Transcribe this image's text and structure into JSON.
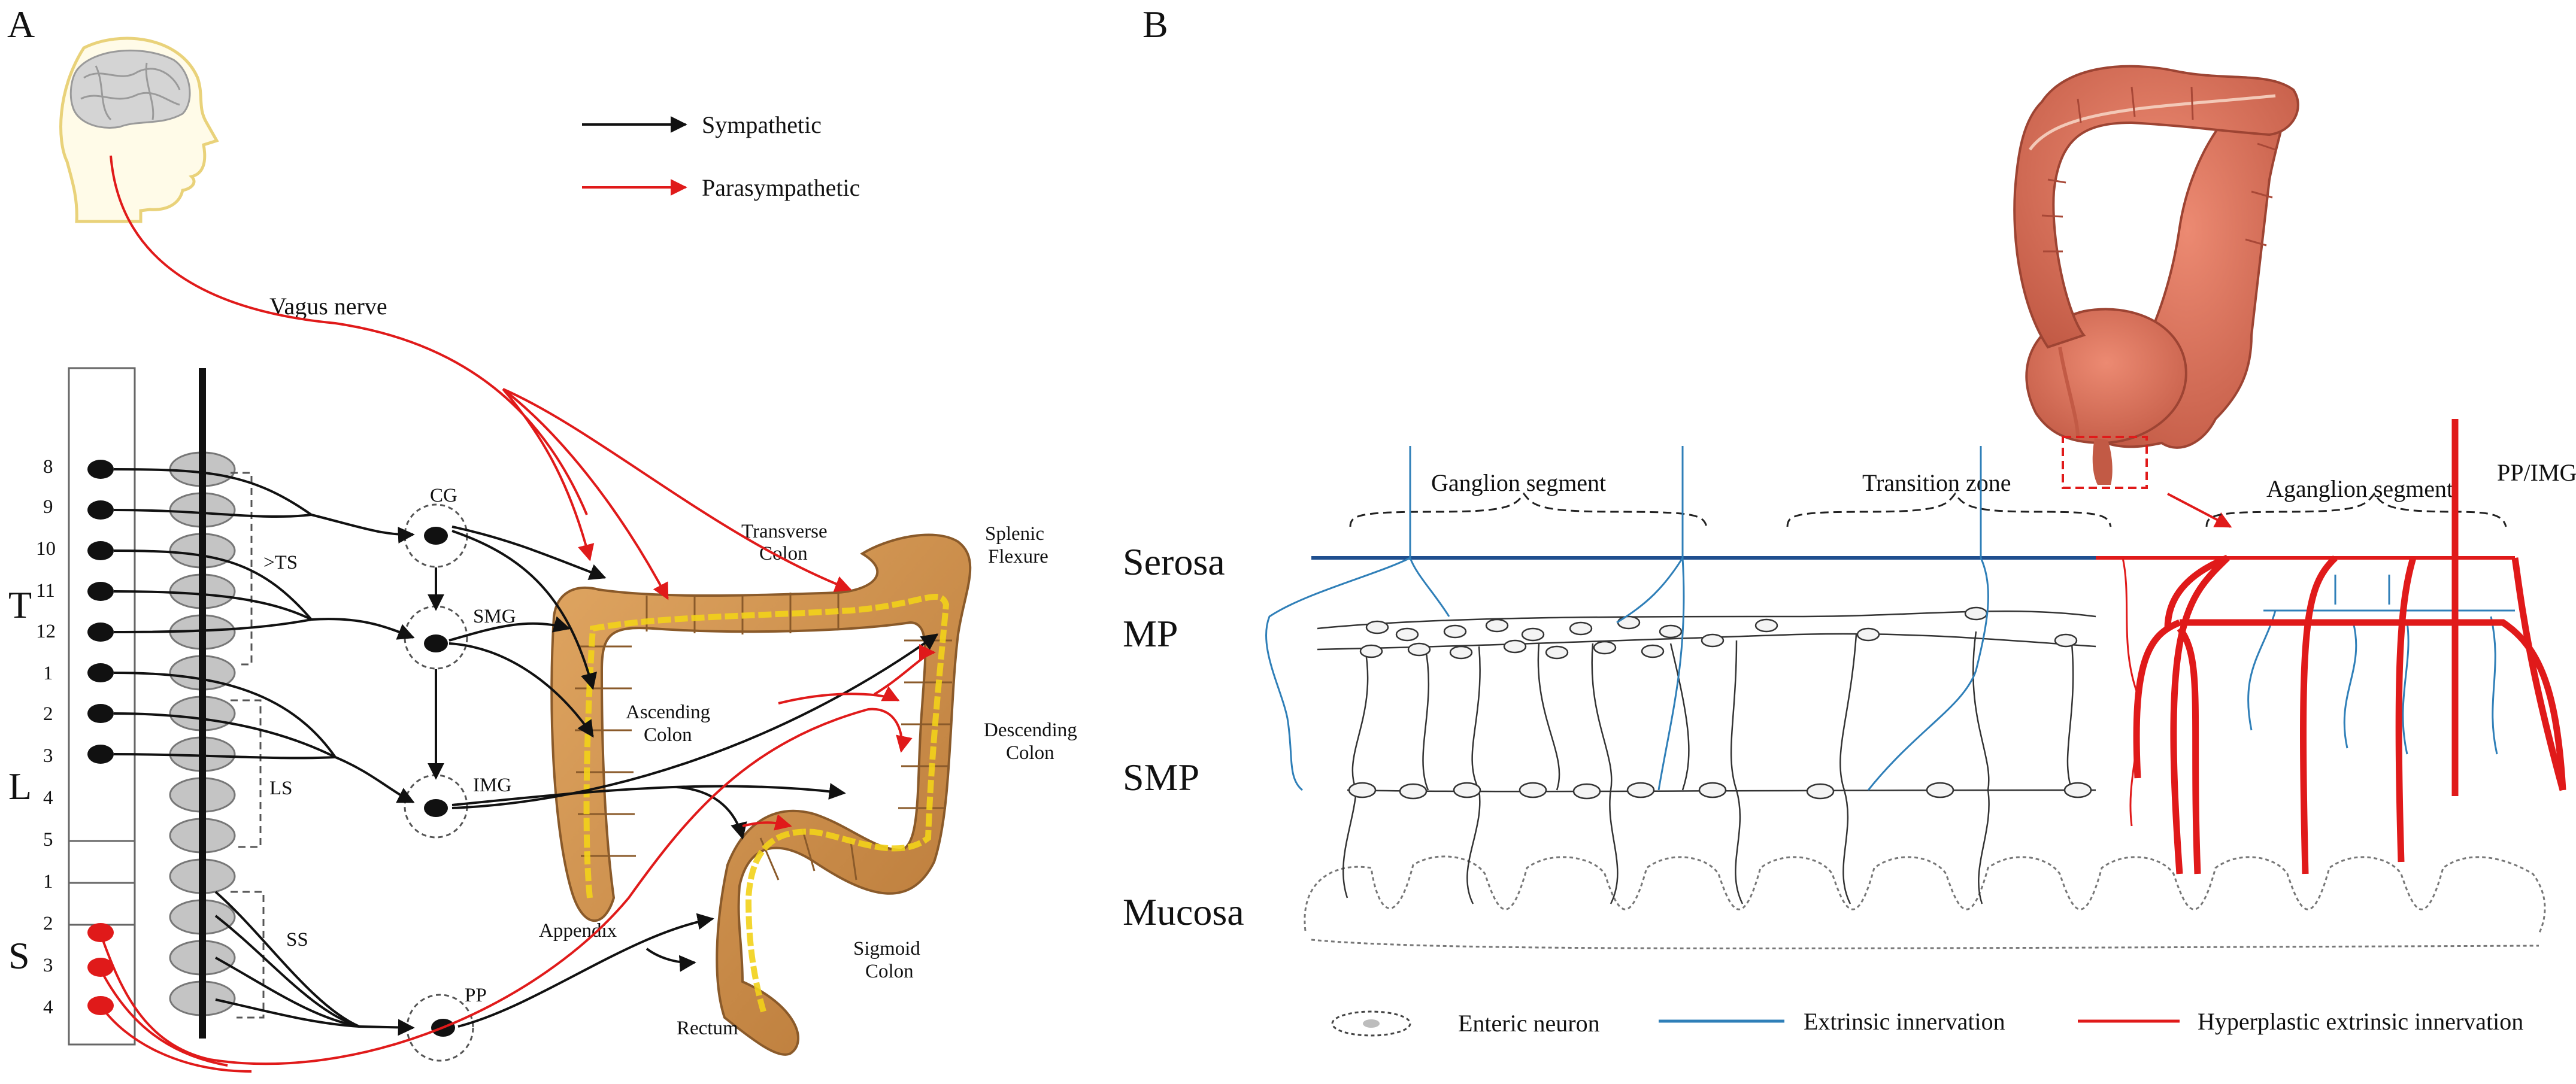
{
  "panels": {
    "a": "A",
    "b": "B"
  },
  "legend_a": {
    "sympathetic": "Sympathetic",
    "parasympathetic": "Parasympathetic"
  },
  "nerves": {
    "vagus": "Vagus nerve"
  },
  "spine": {
    "regions": {
      "t": "T",
      "l": "L",
      "s": "S"
    },
    "segments": [
      "8",
      "9",
      "10",
      "11",
      "12",
      "1",
      "2",
      "3",
      "4",
      "5",
      "1",
      "2",
      "3",
      "4"
    ],
    "trunks": {
      "ts": ">TS",
      "ls": "LS",
      "ss": "SS"
    }
  },
  "ganglia": {
    "cg": "CG",
    "smg": "SMG",
    "img": "IMG",
    "pp": "PP"
  },
  "colon_a": {
    "transverse_1": "Transverse",
    "transverse_2": "Colon",
    "splenic_1": "Splenic",
    "splenic_2": "Flexure",
    "ascending_1": "Ascending",
    "ascending_2": "Colon",
    "descending_1": "Descending",
    "descending_2": "Colon",
    "sigmoid_1": "Sigmoid",
    "sigmoid_2": "Colon",
    "appendix": "Appendix",
    "rectum": "Rectum"
  },
  "layers": {
    "serosa": "Serosa",
    "mp": "MP",
    "smp": "SMP",
    "mucosa": "Mucosa"
  },
  "segments_b": {
    "ganglion": "Ganglion segment",
    "transition": "Transition zone",
    "aganglion": "Aganglion segment",
    "ppimg": "PP/IMG"
  },
  "legend_b": {
    "neuron": "Enteric neuron",
    "extrinsic": "Extrinsic innervation",
    "hyperplastic": "Hyperplastic extrinsic innervation"
  },
  "colors": {
    "sympathetic": "#111111",
    "parasympathetic": "#e01a1a",
    "extrinsic": "#2f7fb8",
    "colon": "#c98a4a",
    "colon_b": "#d9705a",
    "neural": "#f2d21a"
  }
}
